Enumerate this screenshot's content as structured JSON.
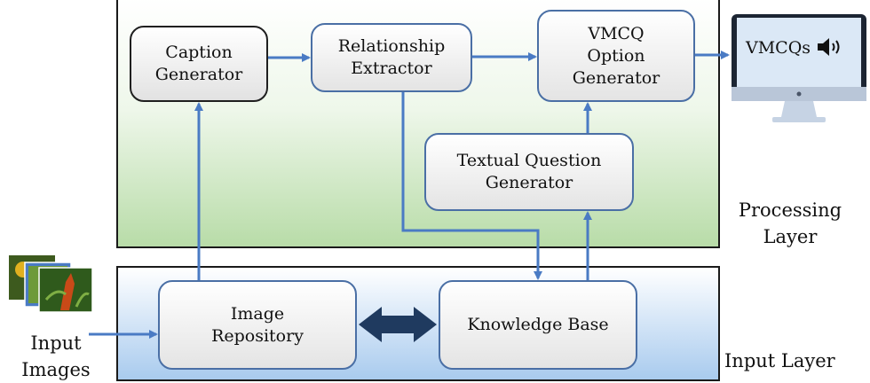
{
  "layers": {
    "processing": "Processing\nLayer",
    "input": "Input Layer"
  },
  "boxes": {
    "caption_generator": "Caption\nGenerator",
    "relationship_extractor": "Relationship\nExtractor",
    "vmcq_option_generator": "VMCQ\nOption\nGenerator",
    "textual_question_generator": "Textual Question\nGenerator",
    "image_repository": "Image\nRepository",
    "knowledge_base": "Knowledge Base"
  },
  "inputs": {
    "input_images": "Input\nImages"
  },
  "output": {
    "monitor_text": "VMCQs"
  },
  "icons": [
    "speaker-icon",
    "monitor-icon",
    "image-thumbnails-icon"
  ],
  "colors": {
    "arrow": "#4a7bc4",
    "double_arrow": "#1f3a5f",
    "processing_layer_bottom": "#b8dca8",
    "input_layer_bottom": "#a9cbee"
  }
}
